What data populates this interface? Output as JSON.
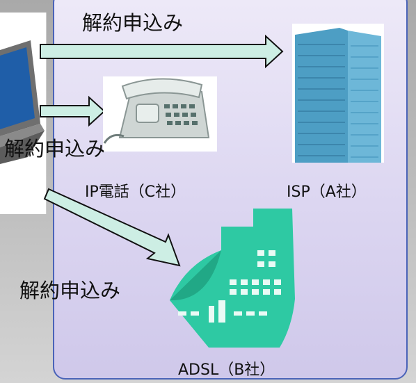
{
  "labels": {
    "top": "解約申込み",
    "middle": "解約申込み",
    "lower": "解約申込み"
  },
  "captions": {
    "ip_phone": "IP電話（C社）",
    "isp": "ISP（A社）",
    "adsl": "ADSL（B社）"
  },
  "colors": {
    "panel_border": "#4a63b8",
    "arrow_fill": "#cdeee4",
    "arrow_stroke": "#111111",
    "building_blue": "#4d9ec4",
    "adsl_green": "#2ec9a3"
  }
}
